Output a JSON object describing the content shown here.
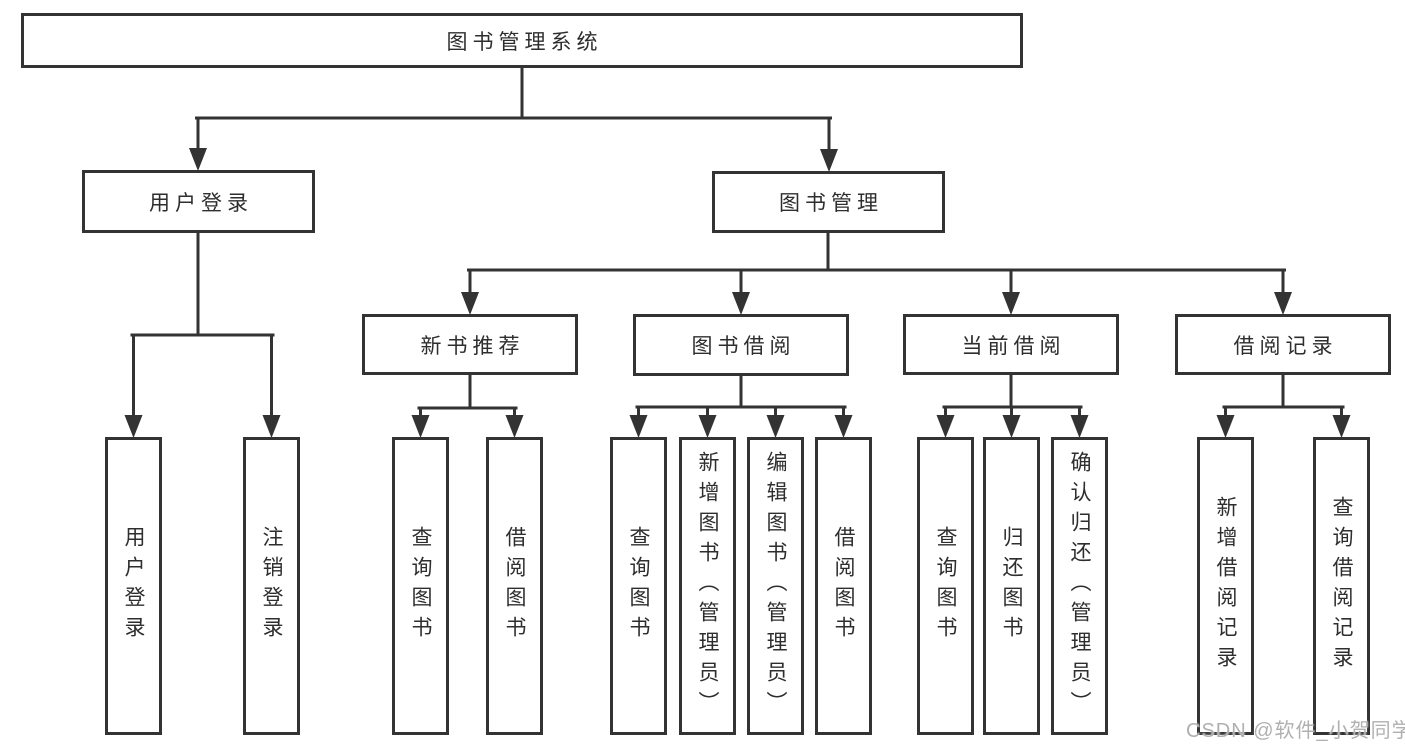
{
  "diagram": {
    "type": "tree",
    "tree": {
      "root": {
        "label": "图书管理系统"
      },
      "branches": [
        {
          "label": "用户登录",
          "children": [
            {
              "label": "用户登录"
            },
            {
              "label": "注销登录"
            }
          ]
        },
        {
          "label": "图书管理",
          "children": [
            {
              "label": "新书推荐",
              "children": [
                {
                  "label": "查询图书"
                },
                {
                  "label": "借阅图书"
                }
              ]
            },
            {
              "label": "图书借阅",
              "children": [
                {
                  "label": "查询图书"
                },
                {
                  "label": "新增图书（管理员）"
                },
                {
                  "label": "编辑图书（管理员）"
                },
                {
                  "label": "借阅图书"
                }
              ]
            },
            {
              "label": "当前借阅",
              "children": [
                {
                  "label": "查询图书"
                },
                {
                  "label": "归还图书"
                },
                {
                  "label": "确认归还（管理员）"
                }
              ]
            },
            {
              "label": "借阅记录",
              "children": [
                {
                  "label": "新增借阅记录"
                },
                {
                  "label": "查询借阅记录"
                }
              ]
            }
          ]
        }
      ]
    },
    "colors": {
      "background": "#ffffff",
      "box_border": "#333333",
      "connector_line": "#333333",
      "text": "#2e2e2e",
      "watermark": "#b0b0b0"
    }
  },
  "watermark": {
    "text": "CSDN @软件_小贺同学"
  }
}
